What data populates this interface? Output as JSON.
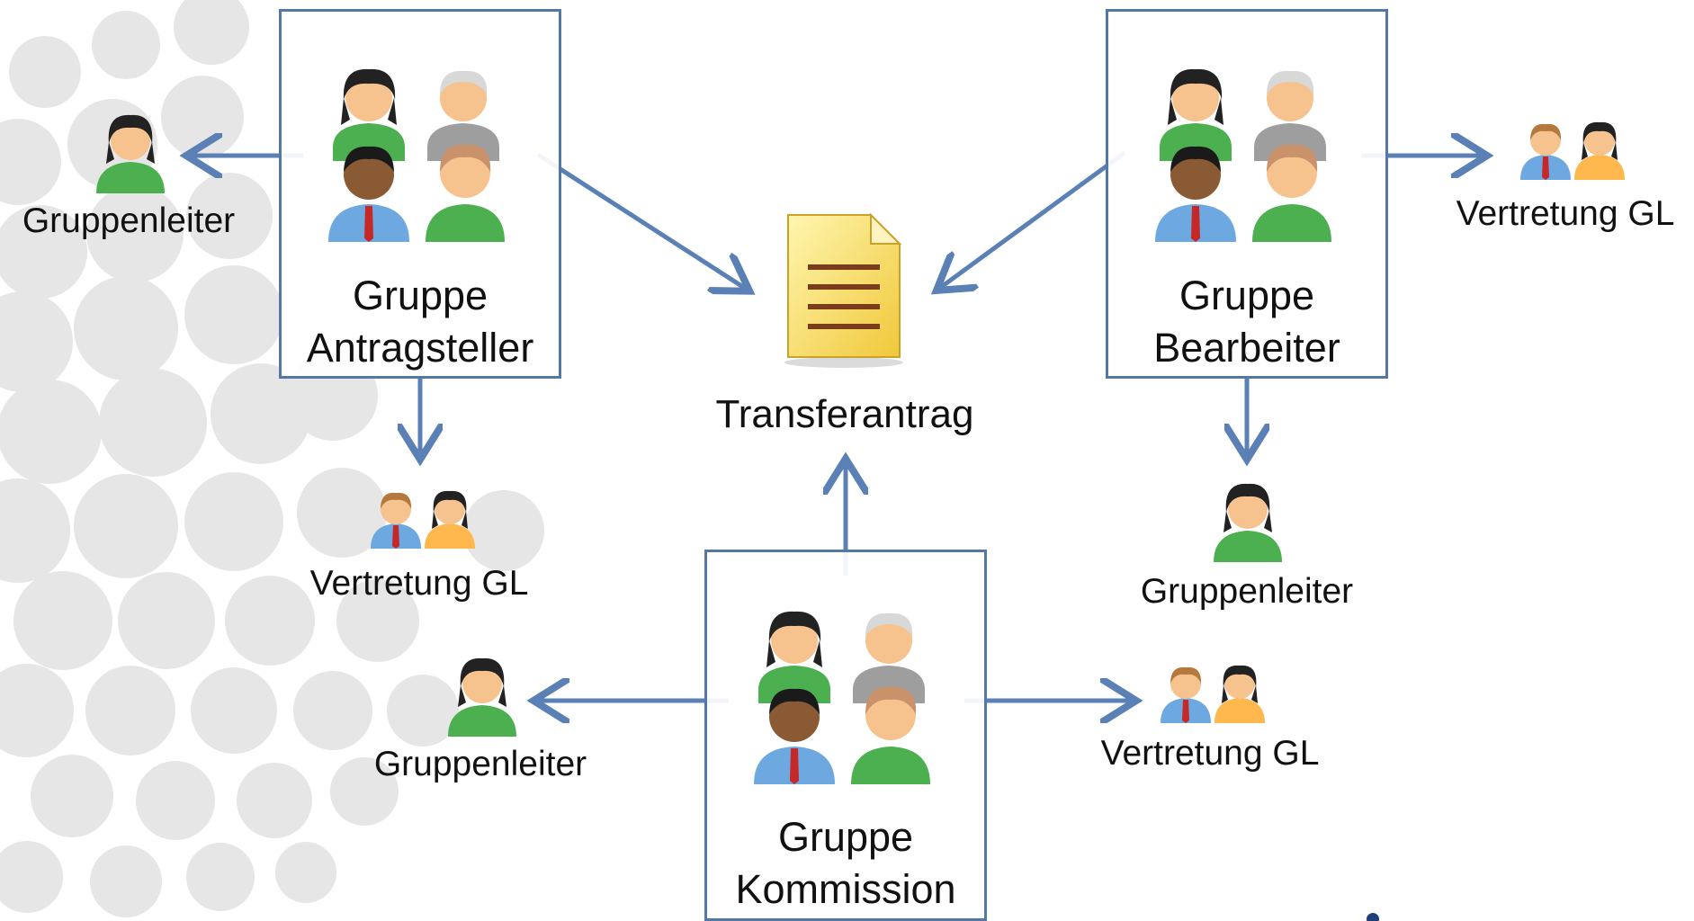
{
  "groups": {
    "antragsteller": {
      "line1": "Gruppe",
      "line2": "Antragsteller"
    },
    "bearbeiter": {
      "line1": "Gruppe",
      "line2": "Bearbeiter"
    },
    "kommission": {
      "line1": "Gruppe",
      "line2": "Kommission"
    }
  },
  "center": {
    "label": "Transferantrag"
  },
  "antragsteller_links": {
    "leader": "Gruppenleiter",
    "deputy": "Vertretung GL"
  },
  "bearbeiter_links": {
    "leader": "Gruppenleiter",
    "deputy": "Vertretung GL"
  },
  "kommission_links": {
    "leader": "Gruppenleiter",
    "deputy": "Vertretung GL"
  },
  "colors": {
    "arrow": "#5b80b5",
    "box_border": "#5577a6",
    "dots": "#d9d9d9",
    "note": "#f5dc6b"
  },
  "icons": [
    "group-people-icon",
    "person-woman-icon",
    "deputy-pair-icon",
    "document-note-icon"
  ]
}
